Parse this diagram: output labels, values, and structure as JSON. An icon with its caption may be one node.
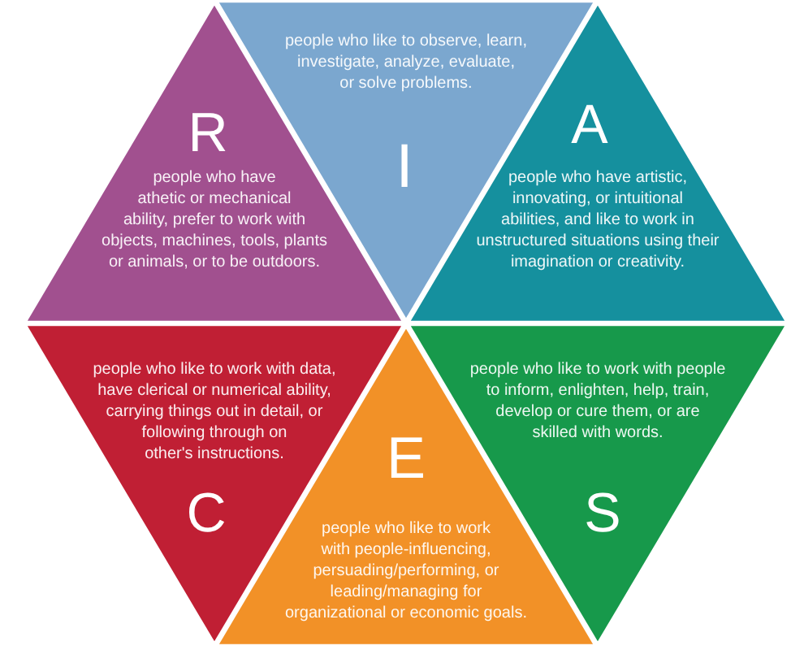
{
  "diagram": {
    "nodes": [
      {
        "text": [
          "R",
          "people who have athetic or mechanical ability, prefer to work with objects, machines, tools, plants or animals, or to be outdoors."
        ]
      },
      {
        "text": [
          "people who like to observe, learn, investigate, analyze, evaluate, or solve problems.",
          "I"
        ]
      },
      {
        "text": [
          "A",
          "people who have artistic, innovating, or intuitional abilities, and like to work in unstructured situations using their imagination or creativity."
        ]
      },
      {
        "text": [
          "people who like to work with data, have clerical or numerical ability, carrying things out in detail, or following through on other's instructions.",
          "C"
        ]
      },
      {
        "text": [
          "E",
          "people who like to work with people-influencing, persuading/performing, or leading/managing for organizational or economic goals."
        ]
      },
      {
        "text": [
          "people who like to work with people to inform, enlighten, help, train, develop or cure them, or are skilled with words.",
          "S"
        ]
      }
    ]
  }
}
